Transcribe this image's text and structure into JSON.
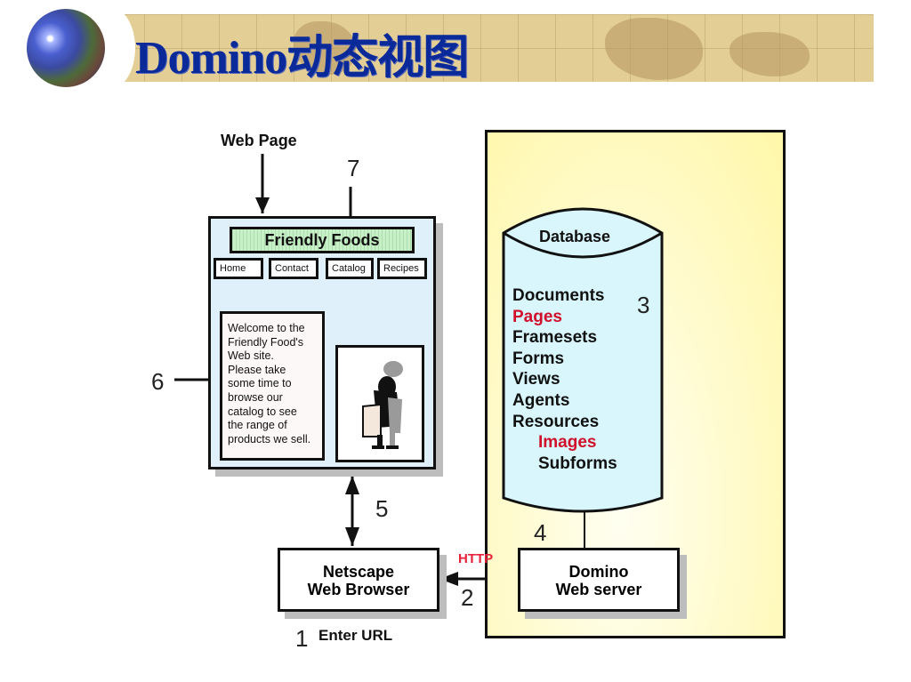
{
  "slide": {
    "title": "Domino动态视图"
  },
  "diagram": {
    "web_page_label": "Web Page",
    "web_page": {
      "header": "Friendly Foods",
      "nav": [
        "Home",
        "Contact",
        "Catalog",
        "Recipes"
      ],
      "welcome_lines": [
        "Welcome to the",
        "Friendly Food's",
        "Web site.",
        "Please take",
        "some time to",
        "browse our",
        "catalog to see",
        "the range of",
        "products we sell."
      ]
    },
    "database": {
      "title": "Database",
      "items": [
        {
          "label": "Documents",
          "highlight": false,
          "indent": false
        },
        {
          "label": "Pages",
          "highlight": true,
          "indent": false
        },
        {
          "label": "Framesets",
          "highlight": false,
          "indent": false
        },
        {
          "label": "Forms",
          "highlight": false,
          "indent": false
        },
        {
          "label": "Views",
          "highlight": false,
          "indent": false
        },
        {
          "label": "Agents",
          "highlight": false,
          "indent": false
        },
        {
          "label": "Resources",
          "highlight": false,
          "indent": false
        },
        {
          "label": "Images",
          "highlight": true,
          "indent": true
        },
        {
          "label": "Subforms",
          "highlight": false,
          "indent": true
        }
      ]
    },
    "browser": {
      "line1": "Netscape",
      "line2": "Web Browser"
    },
    "server": {
      "line1": "Domino",
      "line2": "Web server"
    },
    "protocol_label": "HTTP",
    "enter_url": "Enter URL",
    "steps": {
      "s1": "1",
      "s2": "2",
      "s3": "3",
      "s4": "4",
      "s5": "5",
      "s6": "6",
      "s7": "7"
    },
    "colors": {
      "title_blue": "#0a2a9a",
      "highlight_red": "#d0102a",
      "database_fill": "#d8f6fb",
      "web_page_fill": "#dff0fb",
      "header_fill": "#c8f0c8",
      "server_area_fill": "#fff7a8",
      "banner_fill": "#e3cf96"
    }
  }
}
